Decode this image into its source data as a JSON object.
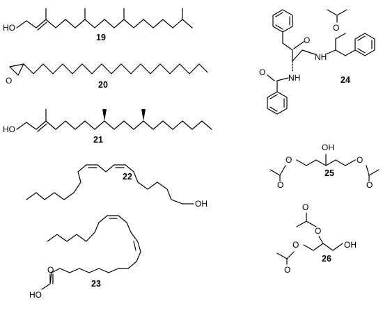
{
  "compounds": [
    {
      "number": "19",
      "atom_labels": [
        "HO"
      ]
    },
    {
      "number": "20",
      "atom_labels": [
        "O"
      ]
    },
    {
      "number": "21",
      "atom_labels": [
        "HO"
      ]
    },
    {
      "number": "22",
      "atom_labels": [
        "OH"
      ]
    },
    {
      "number": "23",
      "atom_labels": [
        "O",
        "HO"
      ]
    },
    {
      "number": "24",
      "atom_labels": [
        "O",
        "O",
        "O",
        "NH",
        "NH"
      ]
    },
    {
      "number": "25",
      "atom_labels": [
        "OH",
        "O",
        "O",
        "O",
        "O"
      ]
    },
    {
      "number": "26",
      "atom_labels": [
        "O",
        "O",
        "O",
        "O",
        "OH"
      ]
    }
  ]
}
